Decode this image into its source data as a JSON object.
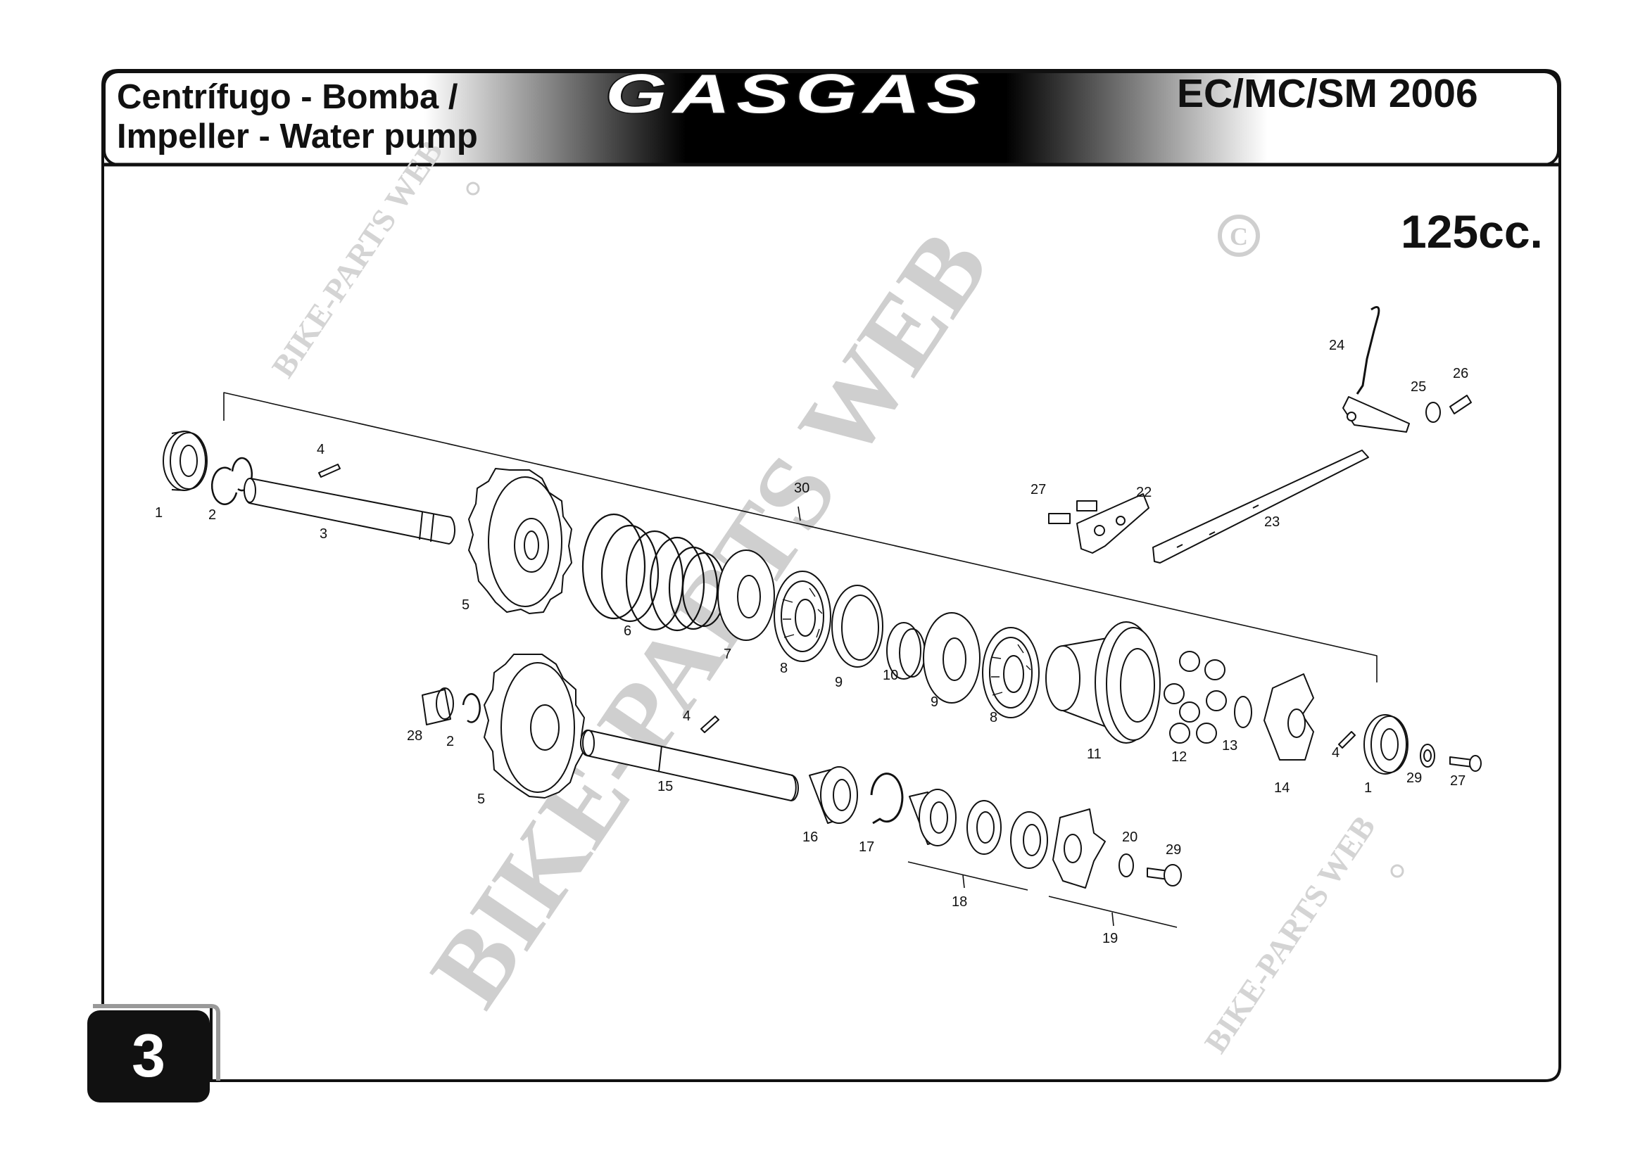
{
  "header": {
    "title_line1": "Centrífugo - Bomba /",
    "title_line2": "Impeller - Water pump",
    "brand": "GASGAS",
    "model": "EC/MC/SM 2006"
  },
  "engine_size": "125cc.",
  "page_number": "3",
  "watermark": "BIKE-PARTS WEB",
  "colors": {
    "ink": "#111111",
    "watermark": "#d4d4d4",
    "brand_text": "#ffffff"
  }
}
